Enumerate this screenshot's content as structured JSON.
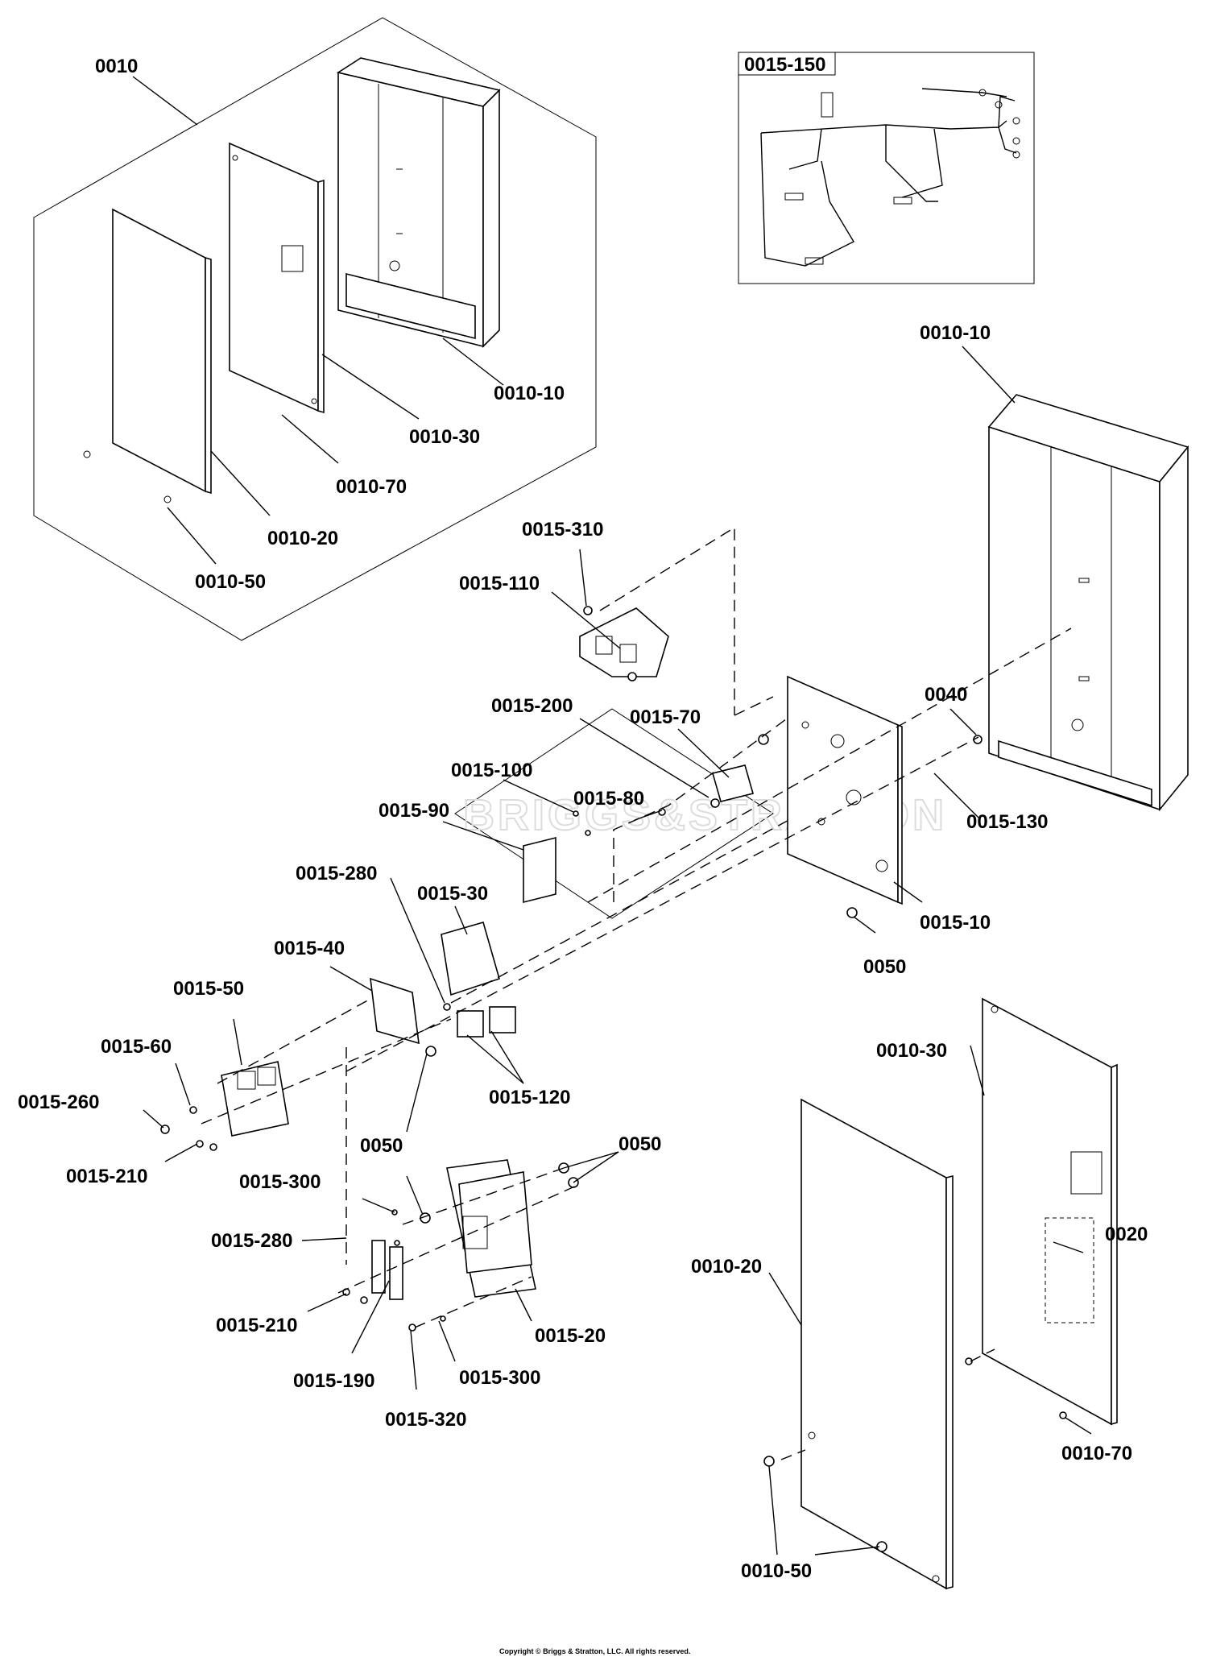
{
  "diagram": {
    "labels": [
      {
        "id": "l0010",
        "text": "0010"
      },
      {
        "id": "l0010-10a",
        "text": "0010-10"
      },
      {
        "id": "l0010-30a",
        "text": "0010-30"
      },
      {
        "id": "l0010-70a",
        "text": "0010-70"
      },
      {
        "id": "l0010-20a",
        "text": "0010-20"
      },
      {
        "id": "l0010-50a",
        "text": "0010-50"
      },
      {
        "id": "l0010-10b",
        "text": "0010-10"
      },
      {
        "id": "l0015-310",
        "text": "0015-310"
      },
      {
        "id": "l0015-110",
        "text": "0015-110"
      },
      {
        "id": "l0015-200",
        "text": "0015-200"
      },
      {
        "id": "l0015-70",
        "text": "0015-70"
      },
      {
        "id": "l0040",
        "text": "0040"
      },
      {
        "id": "l0015-100",
        "text": "0015-100"
      },
      {
        "id": "l0015-90",
        "text": "0015-90"
      },
      {
        "id": "l0015-80",
        "text": "0015-80"
      },
      {
        "id": "l0015-130",
        "text": "0015-130"
      },
      {
        "id": "l0015-280a",
        "text": "0015-280"
      },
      {
        "id": "l0015-30",
        "text": "0015-30"
      },
      {
        "id": "l0015-10",
        "text": "0015-10"
      },
      {
        "id": "l0050a",
        "text": "0050"
      },
      {
        "id": "l0015-40",
        "text": "0015-40"
      },
      {
        "id": "l0015-50",
        "text": "0015-50"
      },
      {
        "id": "l0015-60",
        "text": "0015-60"
      },
      {
        "id": "l0015-260",
        "text": "0015-260"
      },
      {
        "id": "l0015-120",
        "text": "0015-120"
      },
      {
        "id": "l0010-30b",
        "text": "0010-30"
      },
      {
        "id": "l0015-210a",
        "text": "0015-210"
      },
      {
        "id": "l0050b",
        "text": "0050"
      },
      {
        "id": "l0050c",
        "text": "0050"
      },
      {
        "id": "l0015-300a",
        "text": "0015-300"
      },
      {
        "id": "l0015-280b",
        "text": "0015-280"
      },
      {
        "id": "l0020",
        "text": "0020"
      },
      {
        "id": "l0010-20b",
        "text": "0010-20"
      },
      {
        "id": "l0015-210b",
        "text": "0015-210"
      },
      {
        "id": "l0015-20",
        "text": "0015-20"
      },
      {
        "id": "l0015-190",
        "text": "0015-190"
      },
      {
        "id": "l0015-300b",
        "text": "0015-300"
      },
      {
        "id": "l0015-320",
        "text": "0015-320"
      },
      {
        "id": "l0010-70b",
        "text": "0010-70"
      },
      {
        "id": "l0010-50b",
        "text": "0010-50"
      }
    ],
    "inset_label": "0015-150",
    "watermark": "BRIGGS&STRATTON",
    "copyright": "Copyright © Briggs & Stratton, LLC. All rights reserved."
  }
}
